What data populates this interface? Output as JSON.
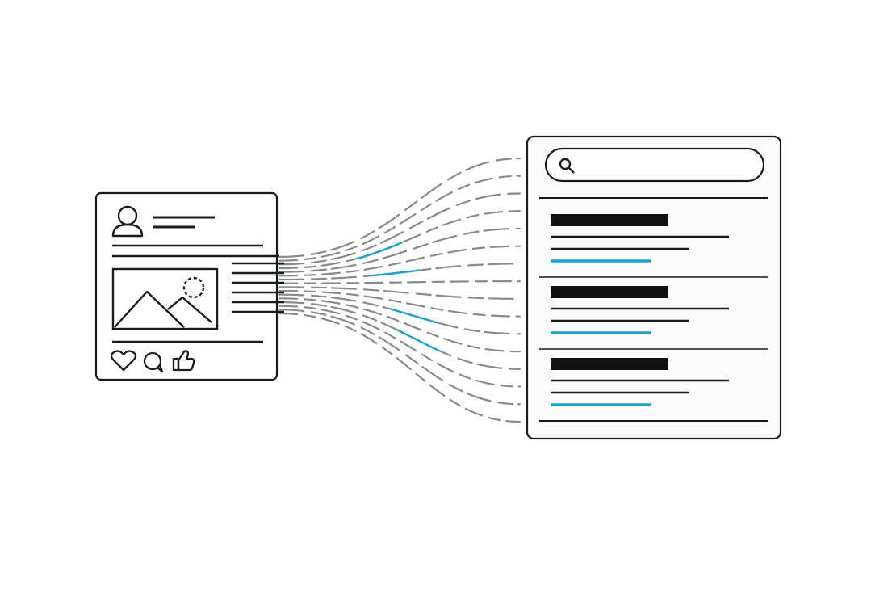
{
  "palette": {
    "ink": "#1a1a1a",
    "accent": "#1aa3cc",
    "stream": "#8a8a8a",
    "paper": "#ffffff",
    "panel": "#fbfbfb"
  },
  "post_card": {
    "icons": {
      "avatar": "user-icon",
      "media": "image-icon",
      "like": "heart-icon",
      "comment": "comment-icon",
      "react": "thumbs-up-icon"
    }
  },
  "results_panel": {
    "search_icon": "search-icon",
    "results": [
      {
        "id": "result-1"
      },
      {
        "id": "result-2"
      },
      {
        "id": "result-3"
      }
    ]
  },
  "stream": {
    "line_count": 16,
    "highlighted": [
      3,
      6,
      10,
      12
    ]
  }
}
